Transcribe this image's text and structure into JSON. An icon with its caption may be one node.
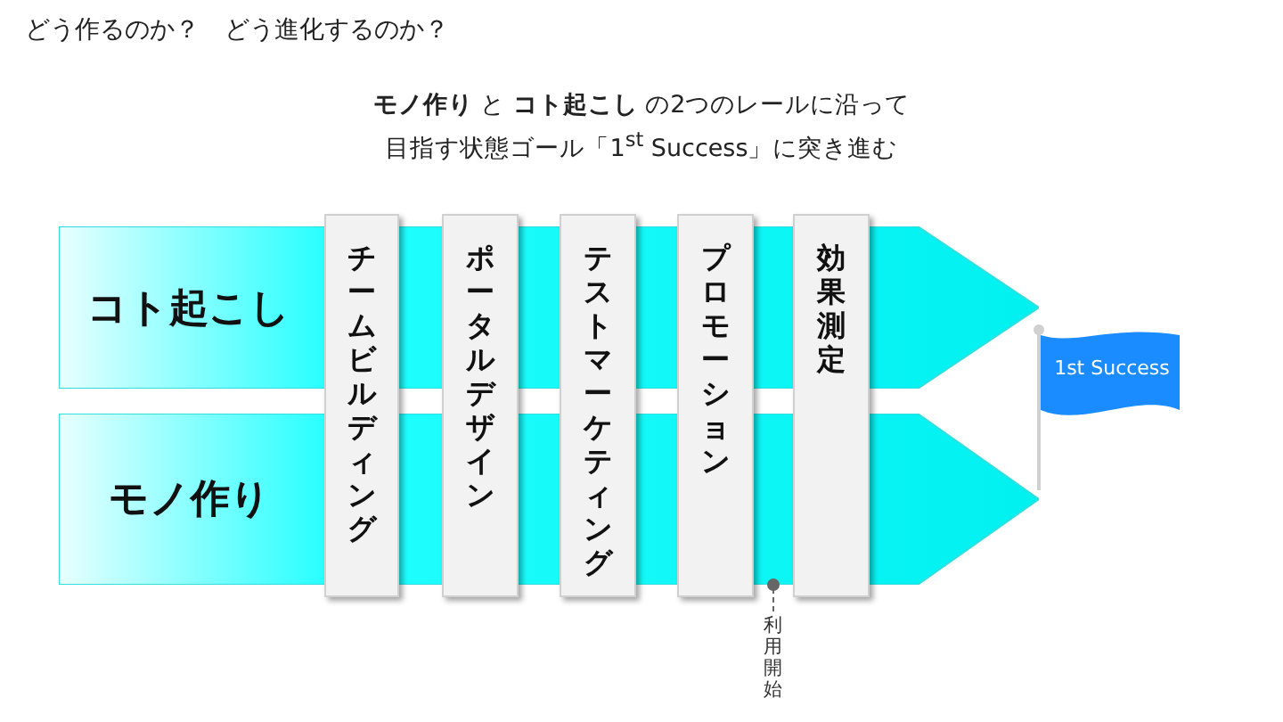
{
  "diagram": {
    "title": "どう作るのか？　どう進化するのか？",
    "nodes": [
      {
        "text": [
          "コト起こし"
        ]
      },
      {
        "text": [
          "モノ作り"
        ]
      },
      {
        "text": [
          "チームビルディング"
        ]
      },
      {
        "text": [
          "ポータルデザイン"
        ]
      },
      {
        "text": [
          "テストマーケティング"
        ]
      },
      {
        "text": [
          "プロモーション"
        ]
      },
      {
        "text": [
          "効果測定"
        ]
      },
      {
        "text": [
          "1st Success"
        ]
      },
      {
        "text": [
          "利用開始"
        ]
      }
    ],
    "edges": [
      {
        "from": 8,
        "to": 1,
        "arrow": "other",
        "style": "dashed"
      }
    ],
    "labels": [
      "**モノ作り** と **コト起こし** の2つのレールに沿って目指す状態ゴール「1$^{st}$ Success」に突き進む"
    ]
  }
}
